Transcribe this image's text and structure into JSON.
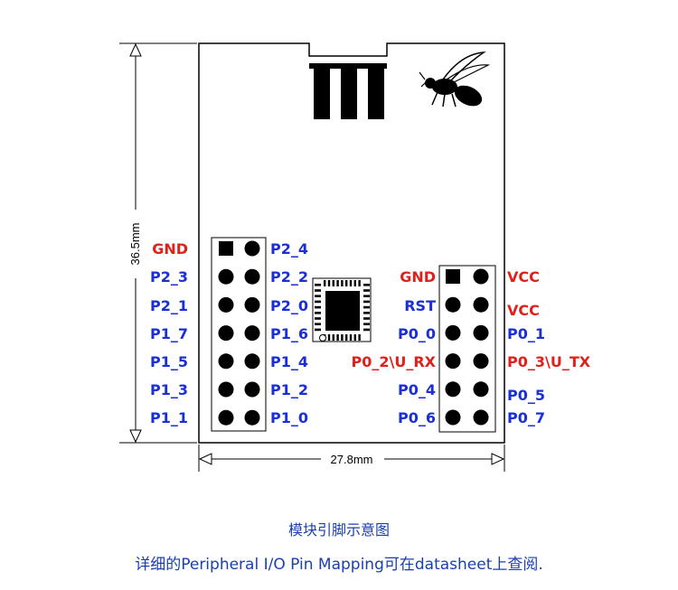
{
  "colors": {
    "red": "#e0201a",
    "blue": "#1a2fd8",
    "caption": "#1a3fb0",
    "line": "#000000"
  },
  "dimensions": {
    "height_label": "36.5mm",
    "width_label": "27.8mm"
  },
  "left_header": {
    "left_labels": [
      {
        "text": "GND",
        "color": "red"
      },
      {
        "text": "P2_3",
        "color": "blue"
      },
      {
        "text": "P2_1",
        "color": "blue"
      },
      {
        "text": "P1_7",
        "color": "blue"
      },
      {
        "text": "P1_5",
        "color": "blue"
      },
      {
        "text": "P1_3",
        "color": "blue"
      },
      {
        "text": "P1_1",
        "color": "blue"
      }
    ],
    "right_labels": [
      {
        "text": "P2_4",
        "color": "blue"
      },
      {
        "text": "P2_2",
        "color": "blue"
      },
      {
        "text": "P2_0",
        "color": "blue"
      },
      {
        "text": "P1_6",
        "color": "blue"
      },
      {
        "text": "P1_4",
        "color": "blue"
      },
      {
        "text": "P1_2",
        "color": "blue"
      },
      {
        "text": "P1_0",
        "color": "blue"
      }
    ]
  },
  "right_header": {
    "left_labels": [
      {
        "text": "GND",
        "color": "red"
      },
      {
        "text": "RST",
        "color": "blue"
      },
      {
        "text": "P0_0",
        "color": "blue"
      },
      {
        "text": "P0_2\\U_RX",
        "color": "red"
      },
      {
        "text": "P0_4",
        "color": "blue"
      },
      {
        "text": "P0_6",
        "color": "blue"
      }
    ],
    "right_labels": [
      {
        "text": "VCC",
        "color": "red"
      },
      {
        "text": "VCC",
        "color": "red"
      },
      {
        "text": "P0_1",
        "color": "blue"
      },
      {
        "text": "P0_3\\U_TX",
        "color": "red"
      },
      {
        "text": "P0_5",
        "color": "blue"
      },
      {
        "text": "P0_7",
        "color": "blue"
      }
    ]
  },
  "caption": {
    "title": "模块引脚示意图",
    "note": "详细的Peripheral I/O Pin Mapping可在datasheet上查阅."
  }
}
